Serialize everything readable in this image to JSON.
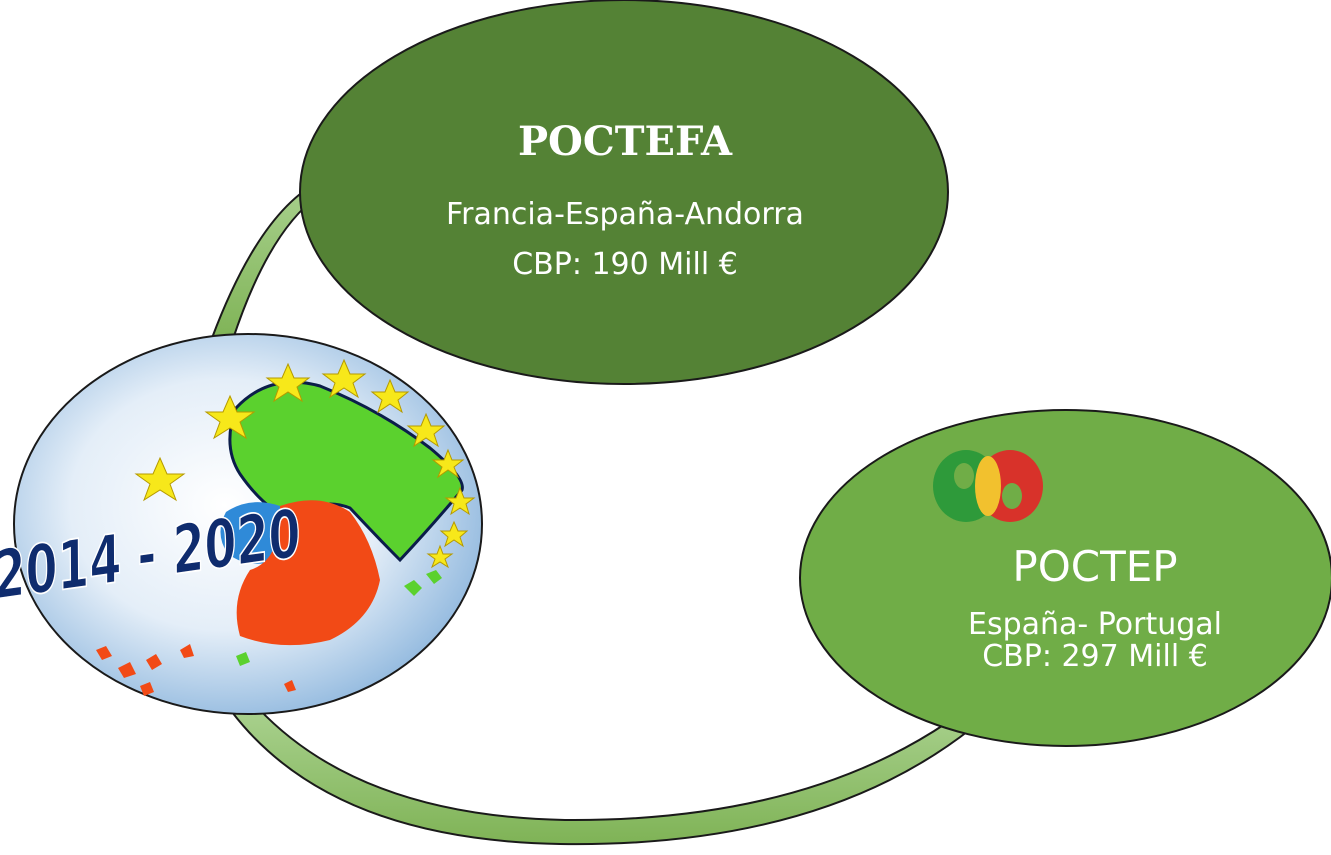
{
  "diagram": {
    "colors": {
      "background": "#ffffff",
      "ring": "#8fbf65",
      "poctefa_fill": "#548235",
      "poctep_fill": "#70ad47",
      "outline": "#1a1a1a",
      "text": "#ffffff"
    },
    "nodes": {
      "poctefa": {
        "title": "POCTEFA",
        "subtitle": "Francia-España-Andorra",
        "budget": "CBP: 190 Mill €"
      },
      "poctep": {
        "logo_icon": "poctep-logo-icon",
        "title": "POCTEP",
        "subtitle": "España- Portugal",
        "budget": "CBP: 297 Mill €"
      },
      "period_logo": {
        "label": "2014 - 2020",
        "icon": "eu-stars-iberia-map-icon"
      }
    }
  }
}
